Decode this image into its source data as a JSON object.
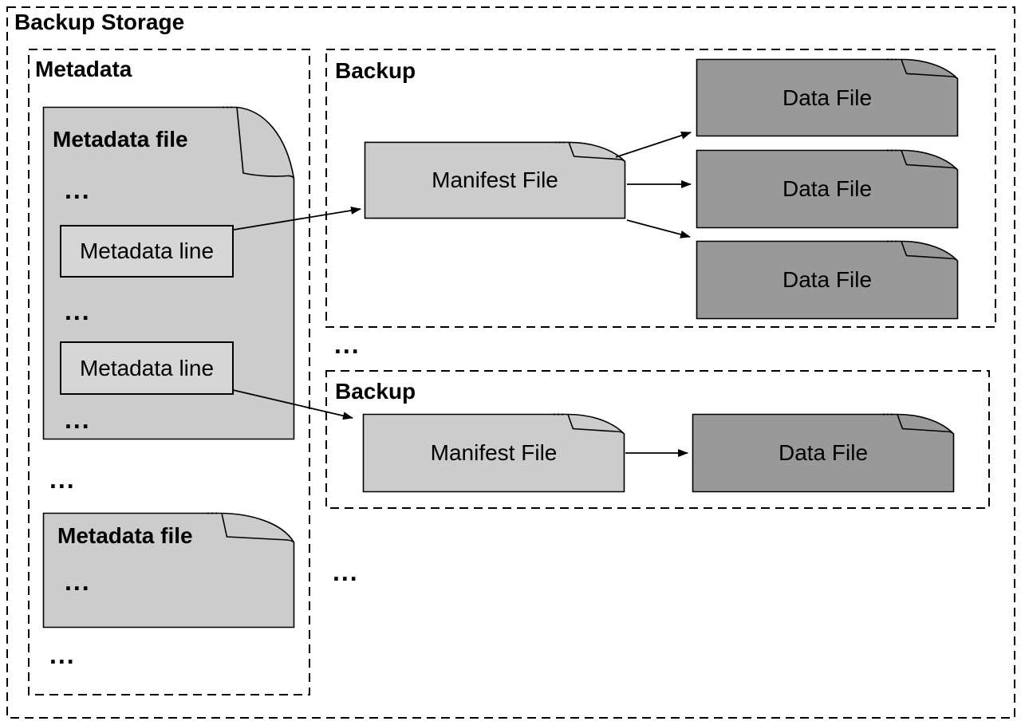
{
  "title": "Backup Storage",
  "ellipsis": "...",
  "metadata": {
    "label": "Metadata",
    "files": [
      {
        "title": "Metadata file",
        "lines": [
          "Metadata line",
          "Metadata line"
        ]
      },
      {
        "title": "Metadata file"
      }
    ]
  },
  "backups": [
    {
      "label": "Backup",
      "manifest_label": "Manifest File",
      "data_files": [
        "Data File",
        "Data File",
        "Data File"
      ]
    },
    {
      "label": "Backup",
      "manifest_label": "Manifest File",
      "data_files": [
        "Data File"
      ]
    }
  ],
  "colors": {
    "light_file": "#cccccc",
    "dark_file": "#999999",
    "line_box": "#d6d6d6",
    "stroke": "#000000",
    "background": "#ffffff"
  }
}
